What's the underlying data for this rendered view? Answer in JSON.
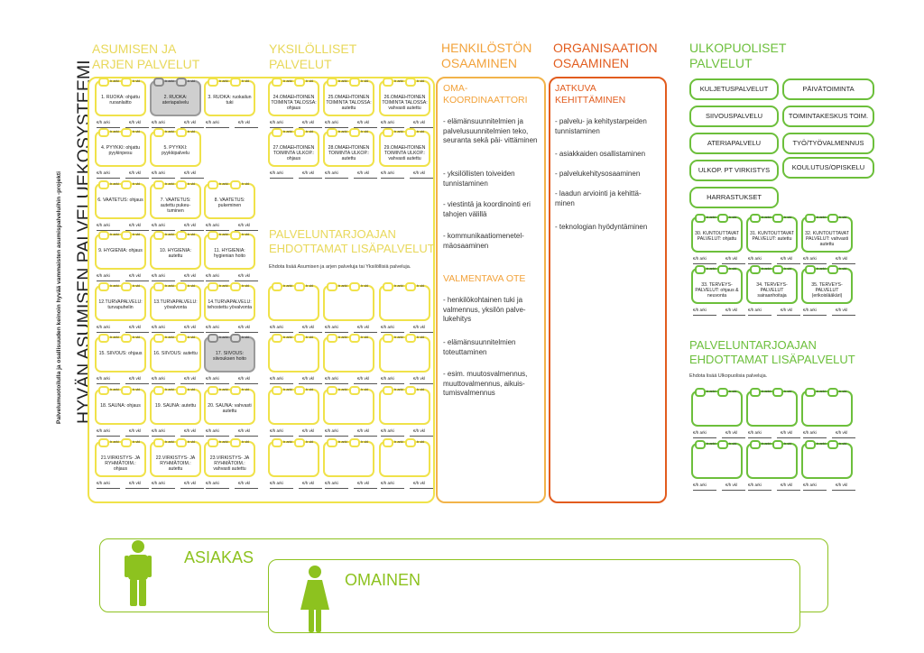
{
  "side": {
    "subtitle": "Palvelumuotoilulla ja osallisuuden keinoin hyvää vammaisten asumispalveluihin -projekti",
    "title": "HYVÄN ASUMISEN PALVELUEKOSYSTEEMI"
  },
  "headings": {
    "asuminen": "ASUMISEN JA ARJEN PALVELUT",
    "yksilolliset": "YKSILÖLLISET PALVELUT",
    "henkilosto": "HENKILÖSTÖN OSAAMINEN",
    "organisaatio": "ORGANISAATION OSAAMINEN",
    "ulkopuoliset": "ULKOPUOLISET PALVELUT",
    "lisapalvelut": "PALVELUNTARJOAJAN EHDOTTAMAT LISÄPALVELUT",
    "lisapalvelut2": "PALVELUNTARJOAJAN EHDOTTAMAT LISÄPALVELUT"
  },
  "notes": {
    "lisa_note": "Ehdota lisää Asumisen ja arjen palveluja tai Yksilöllisiä palveluja.",
    "lisa_note2": "Ehdota lisää Ulkopuolisia palveluja."
  },
  "labels": {
    "h_arki": "h arki",
    "h_vkl": "h vkl",
    "e_arki": "€/h arki",
    "e_vkl": "€/h vkl"
  },
  "cards": {
    "c1": "1. RUOKA: ohjattu ruoanlaitto",
    "c2": "2. RUOKA: ateriapalvelu",
    "c3": "3. RUOKA: ruokailun tuki",
    "c4": "4. PYYKKI: ohjattu pyykinpesu",
    "c5": "5. PYYKKI: pyykkipalvelu",
    "c6": "6. VAATETUS: ohjaus",
    "c7": "7. VAATETUS: autettu pukeu- tuminen",
    "c8": "8. VAATETUS: pukeminen",
    "c9": "9. HYGIENIA: ohjaus",
    "c10": "10. HYGIENIA: autettu",
    "c11": "11. HYGIENIA: hygienian hoito",
    "c12": "12.TURVAPALVELU: turvapuhelin",
    "c13": "13.TURVAPALVELU: yövalvonta",
    "c14": "14.TURVAPALVELU: tehostettu yövalvonta",
    "c15": "15. SIIVOUS: ohjaus",
    "c16": "16. SIIVOUS: autettu",
    "c17": "17. SIIVOUS: siivouksen hoito",
    "c18": "18. SAUNA: ohjaus",
    "c19": "19. SAUNA: autettu",
    "c20": "20. SAUNA: vahvasti autettu",
    "c21": "21.VIRKISTYS- JA RYHMÄTOIM.: ohjaus",
    "c22": "22.VIRKISTYS- JA RYHMÄTOIM.: autettu",
    "c23": "23.VIRKISTYS- JA RYHMÄTOIM.: vahvasti autettu",
    "c24": "24.OMAEHTOINEN TOIMINTA TALOSSA: ohjaus",
    "c25": "25.OMAEHTOINEN TOIMINTA TALOSSA: autettu",
    "c26": "26.OMAEHTOINEN TOIMINTA TALOSSA: vahvasti autettu",
    "c27": "27.OMAEHTOINEN TOIMINTA ULKOP.: ohjaus",
    "c28": "28.OMAEHTOINEN TOIMINTA ULKOP.: autettu",
    "c29": "29.OMAEHTOINEN TOIMINTA ULKOP.: vahvasti autettu",
    "c30": "30. KUNTOUTTAVAT PALVELUT: ohjattu",
    "c31": "31. KUNTOUTTAVAT PALVELUT: autettu",
    "c32": "32. KUNTOUTTAVAT PALVELUT: vahvasti autettu",
    "c33": "33. TERVEYS- PALVELUT: ohjaus & neuvonta",
    "c34": "34. TERVEYS- PALVELUT sairaanhoitaja",
    "c35": "35. TERVEYS- PALVELUT (erikoislääkäri)"
  },
  "henkilosto": {
    "sub1": "OMA- KOORDINAATTORI",
    "b1": "- elämänsuunnitelmien ja palvelusuunnitelmien teko, seuranta sekä päi- vittäminen",
    "b2": "- yksilöllisten toiveiden tunnistaminen",
    "b3": "- viestintä ja koordinointi eri tahojen välillä",
    "b4": "- kommunikaatiomenetel- mäosaaminen",
    "sub2": "VALMENTAVA OTE",
    "b5": "- henkilökohtainen tuki ja valmennus, yksilön palve- lukehitys",
    "b6": "- elämänsuunnitelmien toteuttaminen",
    "b7": "- esim. muutosvalmennus, muuttovalmennus, aikuis- tumisvalmennus"
  },
  "organisaatio": {
    "sub1": "JATKUVA KEHITTÄMINEN",
    "b1": "- palvelu- ja kehitystarpeiden tunnistaminen",
    "b2": "- asiakkaiden osallistaminen",
    "b3": "- palvelukehitysosaaminen",
    "b4": "- laadun arviointi ja kehittä- minen",
    "b5": "- teknologian hyödyntäminen"
  },
  "ulkopuoliset": {
    "p1": "KULJETUSPALVELUT",
    "p2": "PÄIVÄTOIMINTA",
    "p3": "SIIVOUSPALVELU",
    "p4": "TOIMINTAKESKUS TOIM.",
    "p5": "ATERIAPALVELU",
    "p6": "TYÖ/TYÖVALMENNUS",
    "p7": "ULKOP. PT VIRKISTYS",
    "p8": "KOULUTUS/OPISKELU",
    "p9": "HARRASTUKSET"
  },
  "persons": {
    "asiakas": "ASIAKAS",
    "omainen": "OMAINEN"
  },
  "colors": {
    "yellow": "#f0e24a",
    "orange": "#f2a23a",
    "dark_orange": "#e25c1e",
    "green": "#6cbf3b",
    "figure_green": "#8dc21f"
  }
}
